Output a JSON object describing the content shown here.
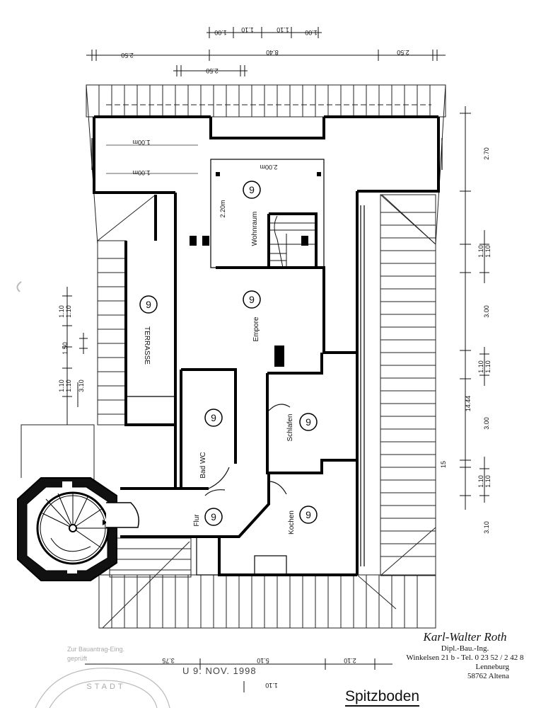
{
  "drawing": {
    "title": "Spitzboden"
  },
  "rooms": [
    {
      "id": "wohnraum",
      "label": "Wohnraum",
      "number": "9"
    },
    {
      "id": "terrasse",
      "label": "TERRASSE",
      "number": "9"
    },
    {
      "id": "empore",
      "label": "Empore",
      "number": "9"
    },
    {
      "id": "bad",
      "label": "Bad WC",
      "number": "9"
    },
    {
      "id": "schlafen",
      "label": "Schlafen",
      "number": "9"
    },
    {
      "id": "flur",
      "label": "Flur",
      "number": "9"
    },
    {
      "id": "kochen",
      "label": "Kochen",
      "number": "9"
    }
  ],
  "dimensions": {
    "top": [
      "1.00",
      "1.10",
      "1.10",
      "1.00",
      "2.50",
      "8.40",
      "2.50",
      "2.50"
    ],
    "inner": [
      "1.00m",
      "1.00m",
      "2.00m",
      "2.20m"
    ],
    "right": [
      "2.70",
      "1.10",
      "1.10",
      "3.00",
      "1.10",
      "1.10",
      "14.44",
      "3.00",
      "15",
      "1.10",
      "1.10",
      "3.10"
    ],
    "left": [
      "1.10",
      "1.10",
      "1.50",
      "1.10",
      "1.10",
      "3.10"
    ],
    "bottom": [
      "3.75",
      "5.10",
      "2.10",
      "1.10"
    ]
  },
  "stamp": {
    "name": "Karl-Walter Roth",
    "title": "Dipl.-Bau.-Ing.",
    "address": "Winkelsen 21 b - Tel. 0 23 52 / 2 42 8",
    "town": "Lenneburg",
    "postal": "58762 Altena",
    "date": "U 9. NOV. 1998"
  },
  "faint_text": {
    "line1": "Zur Bauantrag-Eing.",
    "line2": "geprüft",
    "seal": "STADT"
  }
}
